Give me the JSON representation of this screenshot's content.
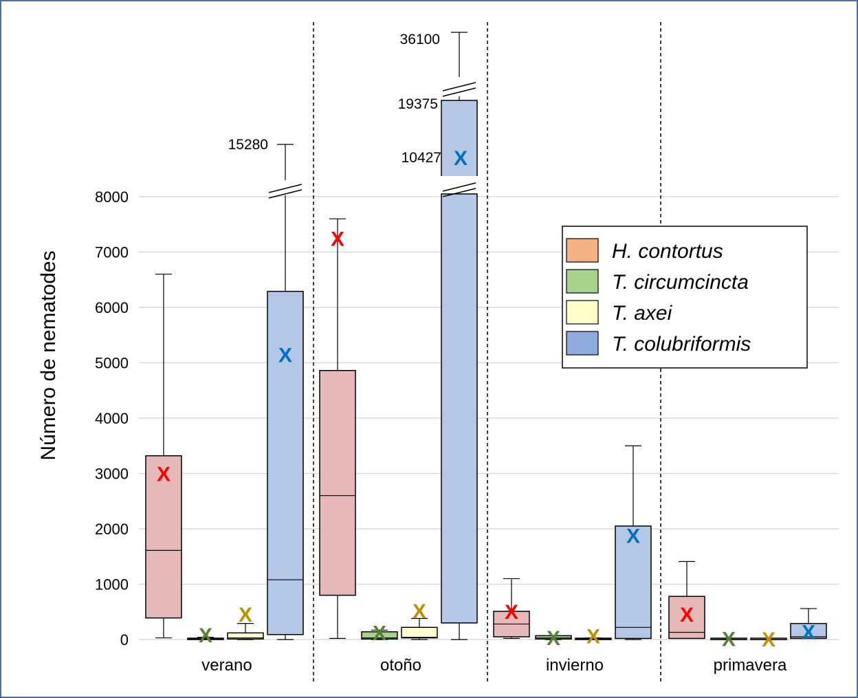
{
  "chart_data": {
    "type": "box",
    "ylabel": "Número de nematodes",
    "ylim": [
      0,
      8000
    ],
    "yticks": [
      0,
      1000,
      2000,
      3000,
      4000,
      5000,
      6000,
      7000,
      8000
    ],
    "grid": true,
    "legend_position": "right",
    "categories": [
      "verano",
      "otoño",
      "invierno",
      "primavera"
    ],
    "series": [
      {
        "name": "H. contortus",
        "legend_color": "#f4b183",
        "box_color": "#e6b8b7",
        "mean_color": "#ff0000"
      },
      {
        "name": "T. circumcincta",
        "legend_color": "#a9d18e",
        "box_color": "#a9d18e",
        "mean_color": "#548235"
      },
      {
        "name": "T. axei",
        "legend_color": "#ffffcc",
        "box_color": "#ffffcc",
        "mean_color": "#bf9000"
      },
      {
        "name": "T. colubriformis",
        "legend_color": "#8faadc",
        "box_color": "#b4c7e7",
        "mean_color": "#0070c0"
      }
    ],
    "boxes": [
      {
        "category": "verano",
        "series": "H. contortus",
        "min": 30,
        "q1": 390,
        "median": 1610,
        "q3": 3320,
        "max": 6600,
        "mean": 3000
      },
      {
        "category": "verano",
        "series": "T. circumcincta",
        "min": 0,
        "q1": 0,
        "median": 10,
        "q3": 25,
        "max": 40,
        "mean": 90
      },
      {
        "category": "verano",
        "series": "T. axei",
        "min": 0,
        "q1": 10,
        "median": 30,
        "q3": 120,
        "max": 290,
        "mean": 460
      },
      {
        "category": "verano",
        "series": "T. colubriformis",
        "min": 0,
        "q1": 90,
        "median": 1080,
        "q3": 6290,
        "max": 15280,
        "mean": 5150
      },
      {
        "category": "otoño",
        "series": "H. contortus",
        "min": 20,
        "q1": 800,
        "median": 2600,
        "q3": 4860,
        "max": 7600,
        "mean": 7250
      },
      {
        "category": "otoño",
        "series": "T. circumcincta",
        "min": 0,
        "q1": 10,
        "median": 30,
        "q3": 140,
        "max": 170,
        "mean": 130
      },
      {
        "category": "otoño",
        "series": "T. axei",
        "min": 0,
        "q1": 30,
        "median": 40,
        "q3": 220,
        "max": 380,
        "mean": 520
      },
      {
        "category": "otoño",
        "series": "T. colubriformis",
        "min": 0,
        "q1": 300,
        "median": 300,
        "q3": 19375,
        "max": 36100,
        "mean": 10427
      },
      {
        "category": "invierno",
        "series": "H. contortus",
        "min": 20,
        "q1": 50,
        "median": 280,
        "q3": 510,
        "max": 1100,
        "mean": 510
      },
      {
        "category": "invierno",
        "series": "T. circumcincta",
        "min": 0,
        "q1": 10,
        "median": 30,
        "q3": 70,
        "max": 70,
        "mean": 40
      },
      {
        "category": "invierno",
        "series": "T. axei",
        "min": 0,
        "q1": 0,
        "median": 10,
        "q3": 20,
        "max": 30,
        "mean": 70
      },
      {
        "category": "invierno",
        "series": "T. colubriformis",
        "min": 0,
        "q1": 20,
        "median": 220,
        "q3": 2050,
        "max": 3500,
        "mean": 1880
      },
      {
        "category": "primavera",
        "series": "H. contortus",
        "min": 20,
        "q1": 20,
        "median": 130,
        "q3": 780,
        "max": 1410,
        "mean": 460
      },
      {
        "category": "primavera",
        "series": "T. circumcincta",
        "min": 0,
        "q1": 0,
        "median": 0,
        "q3": 10,
        "max": 10,
        "mean": 20
      },
      {
        "category": "primavera",
        "series": "T. axei",
        "min": 0,
        "q1": 0,
        "median": 0,
        "q3": 10,
        "max": 10,
        "mean": 10
      },
      {
        "category": "primavera",
        "series": "T. colubriformis",
        "min": 20,
        "q1": 20,
        "median": 50,
        "q3": 290,
        "max": 560,
        "mean": 140
      }
    ],
    "annotations": [
      "15280",
      "36100",
      "19375",
      "10427"
    ],
    "mean_marker": "X"
  }
}
